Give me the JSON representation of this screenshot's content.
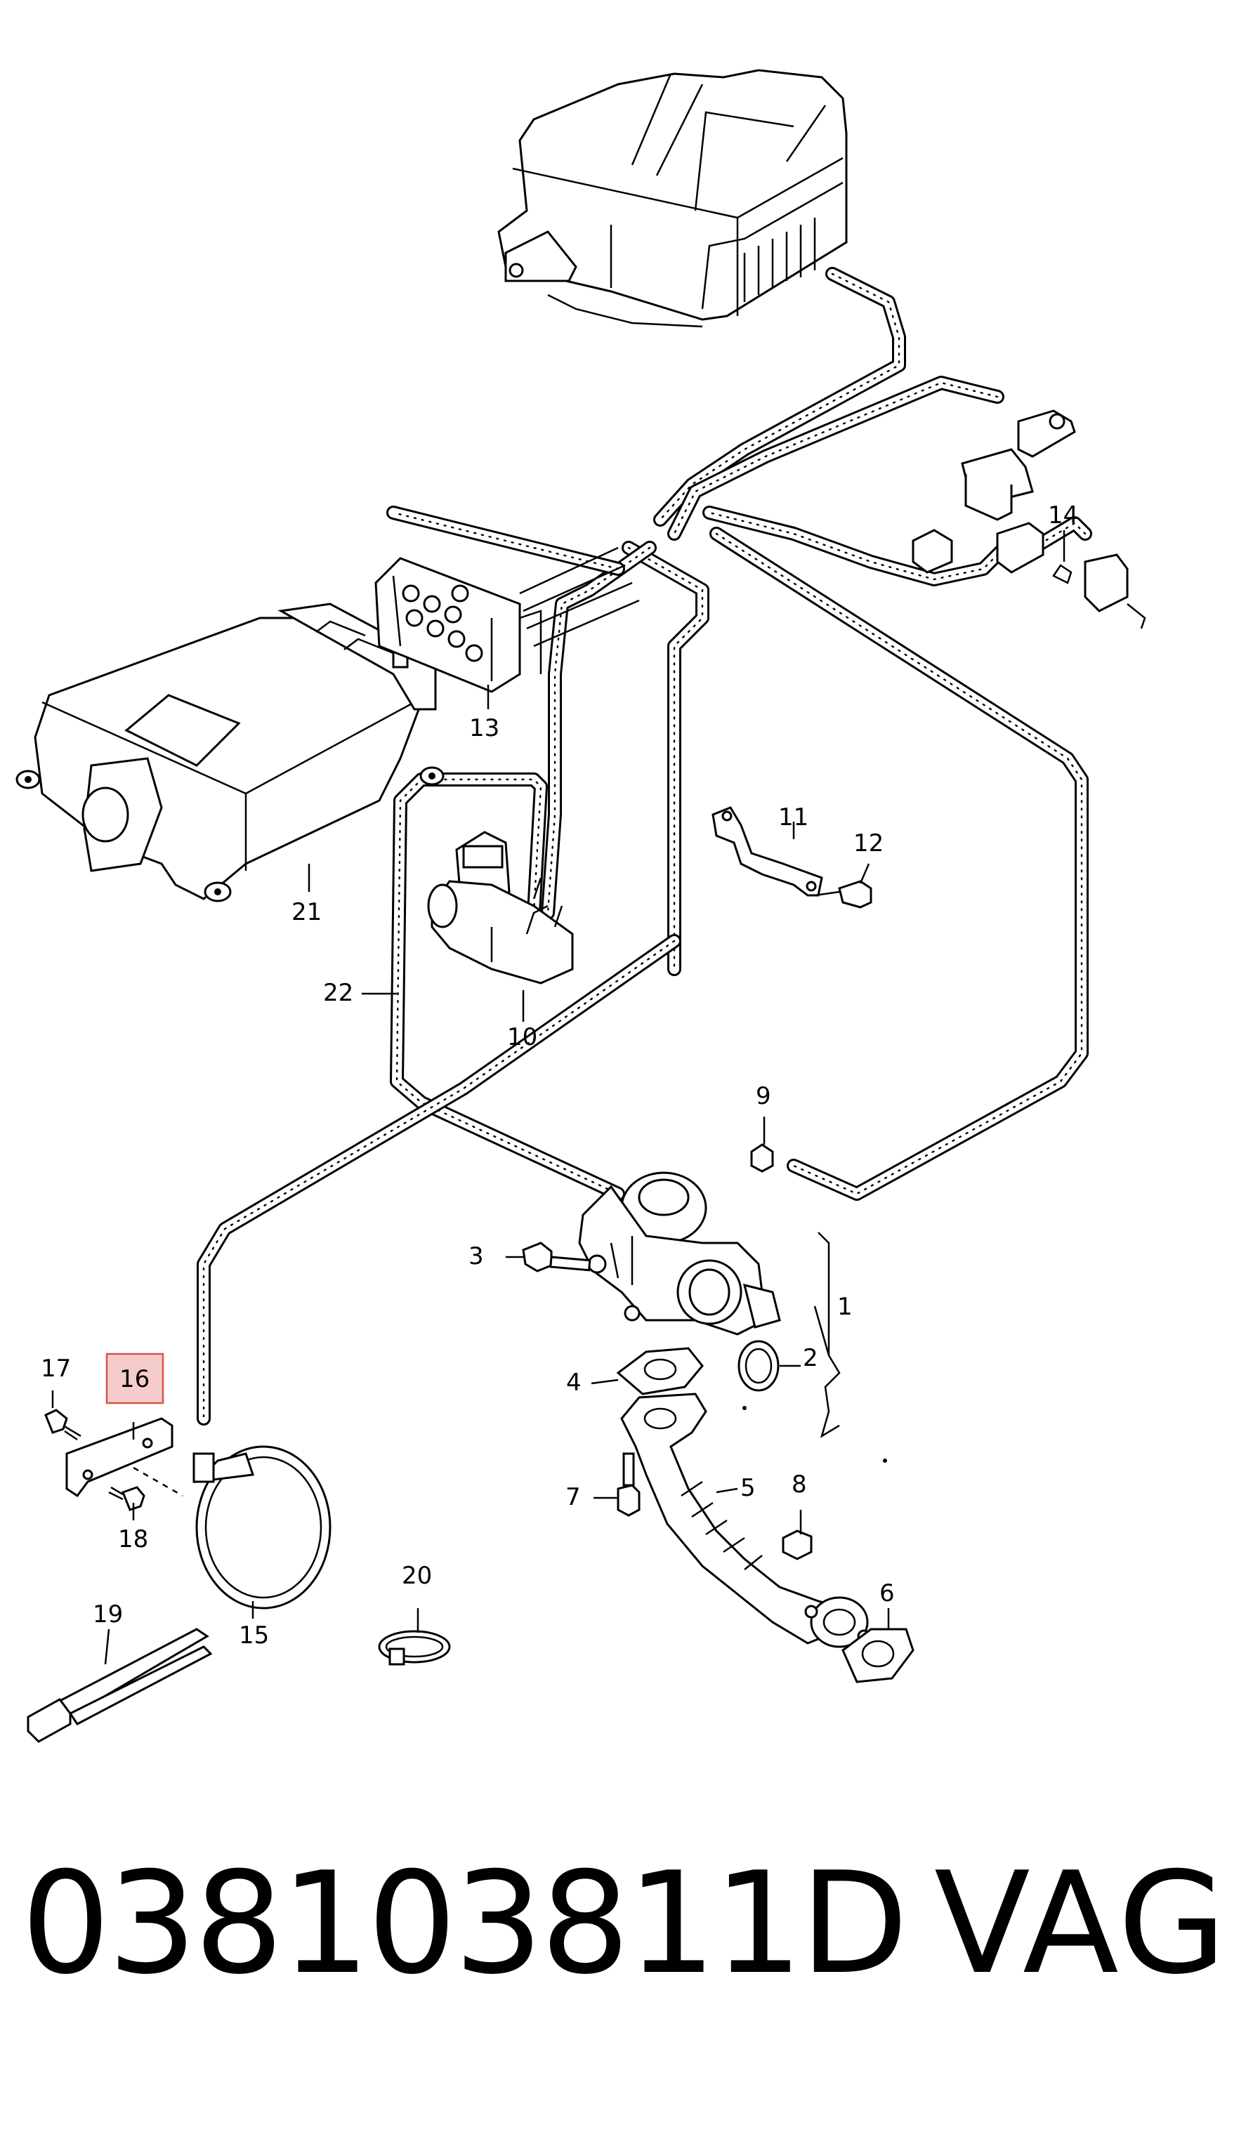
{
  "diagram": {
    "callouts": [
      {
        "id": "1",
        "label": "1"
      },
      {
        "id": "2",
        "label": "2"
      },
      {
        "id": "3",
        "label": "3"
      },
      {
        "id": "4",
        "label": "4"
      },
      {
        "id": "5",
        "label": "5"
      },
      {
        "id": "6",
        "label": "6"
      },
      {
        "id": "7",
        "label": "7"
      },
      {
        "id": "8",
        "label": "8"
      },
      {
        "id": "9",
        "label": "9"
      },
      {
        "id": "10",
        "label": "10"
      },
      {
        "id": "11",
        "label": "11"
      },
      {
        "id": "12",
        "label": "12"
      },
      {
        "id": "13",
        "label": "13"
      },
      {
        "id": "14",
        "label": "14"
      },
      {
        "id": "15",
        "label": "15"
      },
      {
        "id": "16",
        "label": "16",
        "highlighted": true
      },
      {
        "id": "17",
        "label": "17"
      },
      {
        "id": "18",
        "label": "18"
      },
      {
        "id": "19",
        "label": "19"
      },
      {
        "id": "20",
        "label": "20"
      },
      {
        "id": "21",
        "label": "21"
      },
      {
        "id": "22",
        "label": "22"
      }
    ],
    "highlight_color": "#f4cccc",
    "highlight_border": "#d9534f"
  },
  "footer": {
    "part_number": "038103811D",
    "brand": "VAG"
  }
}
